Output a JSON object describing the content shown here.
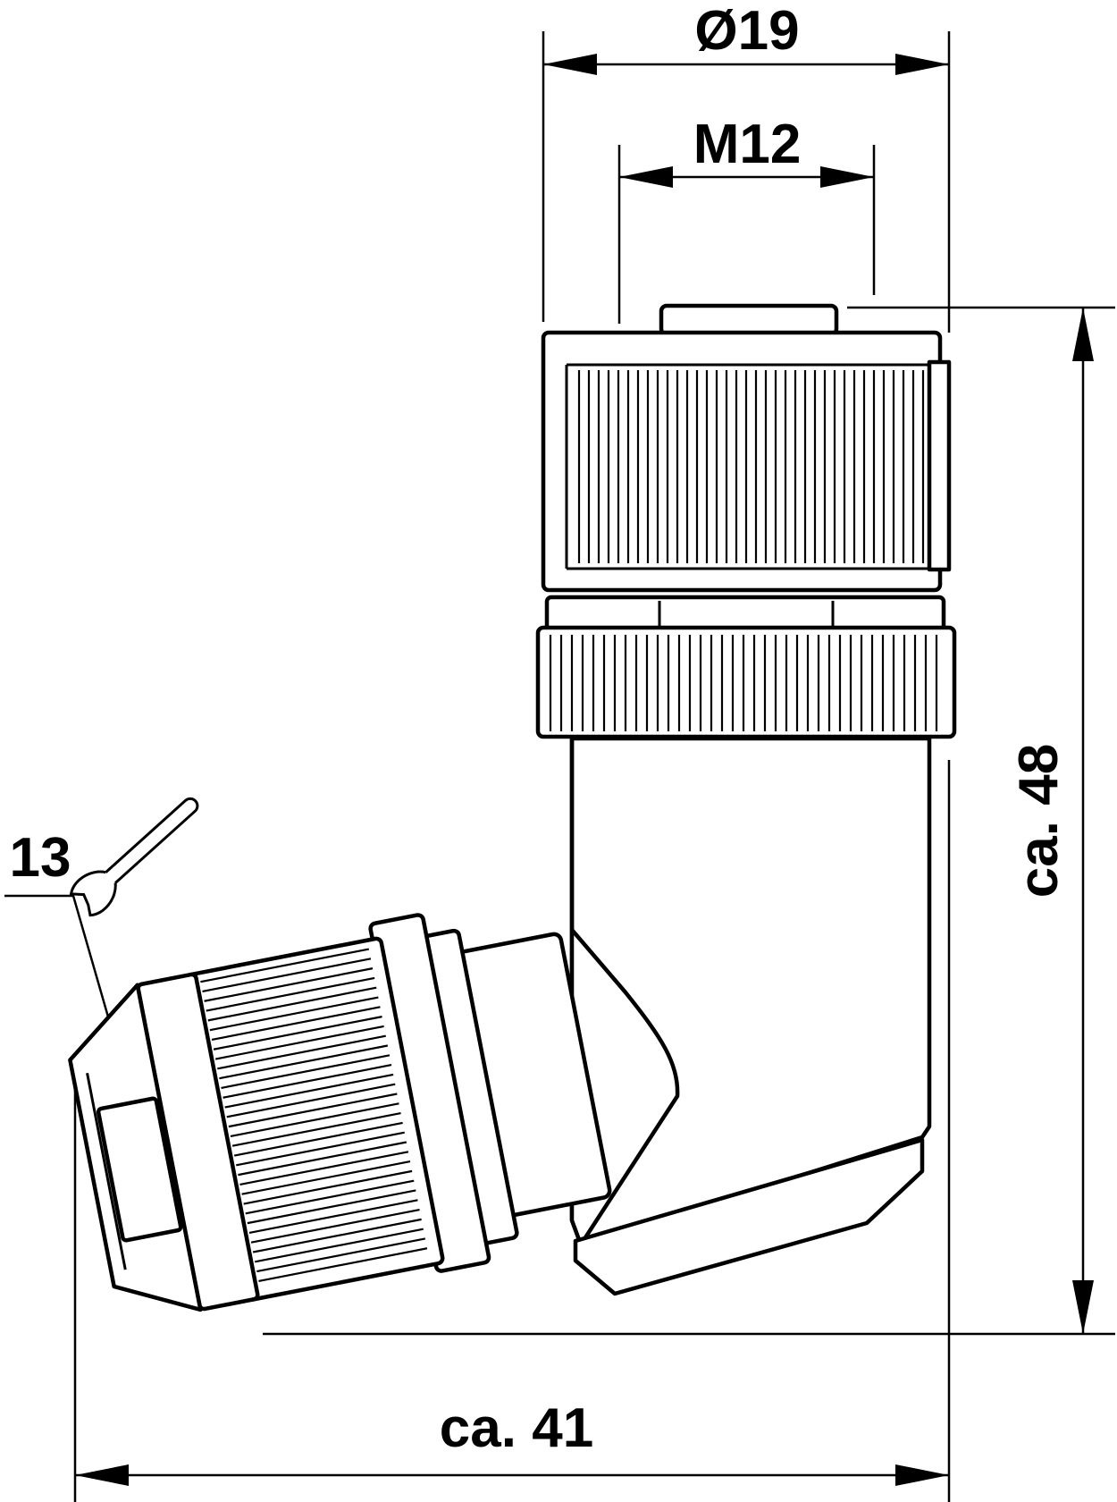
{
  "drawing": {
    "dimensions": {
      "outer_diameter": "Ø19",
      "thread": "M12",
      "height": "ca. 48",
      "width": "ca. 41",
      "wrench_size": "13"
    },
    "icons": {
      "wrench": "wrench-icon"
    }
  }
}
